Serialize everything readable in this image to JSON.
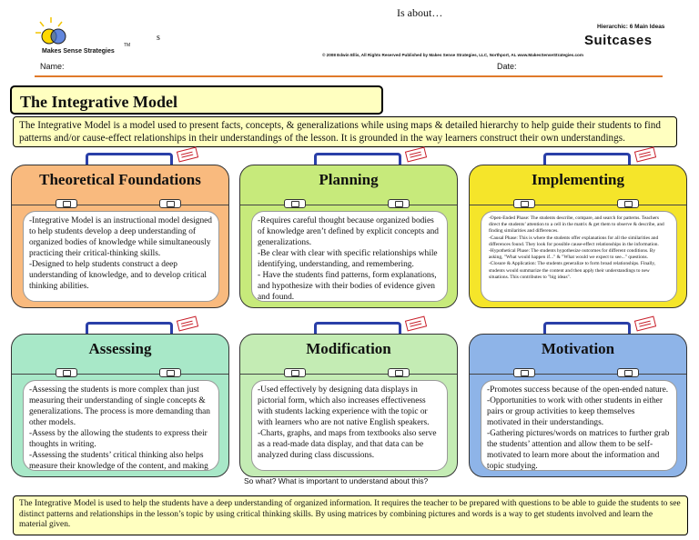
{
  "header": {
    "logo_text": "Makes Sense Strategies",
    "trademark": "TM",
    "stray_mark": "s",
    "is_about": "Is about…",
    "hierarchic": "Hierarchic: 6 Main Ideas",
    "suitcases": "Suitcases",
    "copyright": "© 2008 Edwin Ellis, All Rights Reserved   Published by Makes Sense Strategies, LLC, Northport, AL   www.MakesSenseStrategies.com",
    "name_label": "Name:",
    "date_label": "Date:"
  },
  "title": "The Integrative Model",
  "intro": "The Integrative Model is a model used to present facts, concepts, & generalizations while using maps & detailed hierarchy to help guide their students to find patterns and/or cause-effect relationships in their understandings of the lesson. It is grounded in the way learners construct their own understandings.",
  "suitcases": [
    {
      "title": "Theoretical Foundations",
      "color": "#f9ba7e",
      "lines": [
        "-Integrative Model is an instructional model designed to help students develop a deep understanding of organized bodies of knowledge while simultaneously practicing their critical-thinking skills.",
        "-Designed to help students construct a deep understanding of knowledge, and to develop critical thinking abilities."
      ]
    },
    {
      "title": "Planning",
      "color": "#c7ea7b",
      "lines": [
        "-Requires careful thought because organized bodies of knowledge aren’t defined by explicit concepts and generalizations.",
        "-Be clear with clear with specific relationships while identifying, understanding, and remembering.",
        "- Have the students find patterns, form explanations, and hypothesize with their bodies of evidence given and found."
      ]
    },
    {
      "title": "Implementing",
      "color": "#f5e52a",
      "lines": [
        "-Open-Ended Phase: The students describe, compare, and search for patterns. Teachers direct the students’ attention to a cell in the matrix & get them to observe & describe, and finding similarities and differences.",
        "-Causal Phase: This is where the students offer explanations for all the similarities and differences found. They look for possible cause-effect relationships in the information.",
        "-Hypothetical Phase: The students hypothesize outcomes for different conditions. By asking, \"What would happen if...\" & \"What would we expect to see...\" questions.",
        "-Closure & Application: The students generalize to form broad relationships. Finally, students would summarize the content and then apply their understandings to new situations. This contributes to \"big ideas\"."
      ]
    },
    {
      "title": "Assessing",
      "color": "#a8e8c8",
      "lines": [
        "-Assessing the students is more complex than just measuring their understanding of single concepts & generalizations. The process is more demanding than other models.",
        "-Assess by the allowing the students to express their thoughts in writing.",
        "-Assessing the students’ critical thinking also helps measure their knowledge of the content, and making sure identify conclusions."
      ]
    },
    {
      "title": "Modification",
      "color": "#c4ecb4",
      "lines": [
        "-Used effectively by designing data displays in pictorial form, which also increases effectiveness with students lacking experience with the topic or with learners who are not native English speakers.",
        "-Charts, graphs, and maps from textbooks also serve as a read-made data display, and that data can be analyzed during class discussions."
      ]
    },
    {
      "title": "Motivation",
      "color": "#8eb4e8",
      "lines": [
        "-Promotes success because of the open-ended nature.",
        "-Opportunities to work with other students in either pairs or group activities to keep themselves motivated in their understandings.",
        "-Gathering pictures/words on matrices to further grab the students’ attention and allow them to be self-motivated to learn more about the information and topic studying."
      ]
    }
  ],
  "so_what": "So what? What is important to understand about this?",
  "footer": "The Integrative Model is used to help the students have a deep understanding of organized information. It requires the teacher to be prepared with questions to be able to guide the students to see distinct patterns and relationships in the lesson’s topic by using critical thinking skills. By using matrices by combining pictures and words is a way to get students involved and learn the material given.",
  "colors": {
    "rule_line": "#e07a2a",
    "title_fill": "#ffffc0",
    "handle_blue": "#2a3fa8",
    "tag_red": "#c81f2a"
  }
}
